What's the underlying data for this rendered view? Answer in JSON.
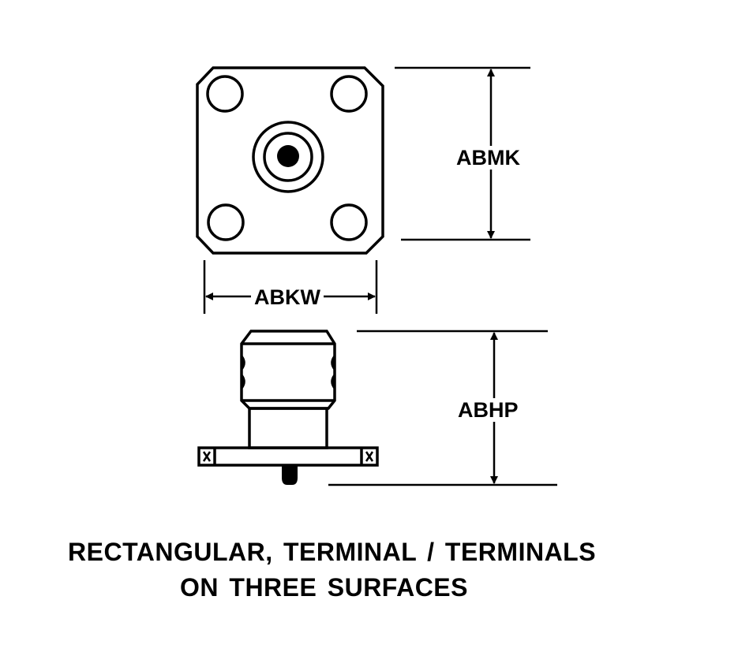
{
  "dimensions": {
    "height_top": "ABMK",
    "width_top": "ABKW",
    "height_side": "ABHP"
  },
  "caption": {
    "line1": "RECTANGULAR,  TERMINAL / TERMINALS",
    "line2": "ON  THREE  SURFACES"
  }
}
